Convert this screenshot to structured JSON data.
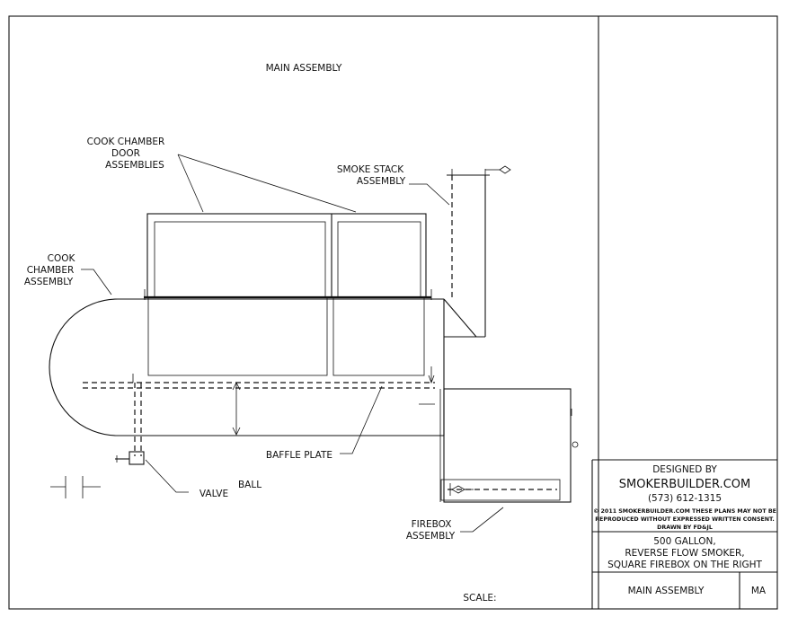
{
  "drawing": {
    "title": "MAIN ASSEMBLY",
    "scale_label": "SCALE:",
    "callouts": {
      "door_line1": "COOK CHAMBER",
      "door_line2": "DOOR",
      "door_line3": "ASSEMBLIES",
      "stack_line1": "SMOKE STACK",
      "stack_line2": "ASSEMBLY",
      "chamber_line1": "COOK",
      "chamber_line2": "CHAMBER",
      "chamber_line3": "ASSEMBLY",
      "baffle": "BAFFLE PLATE",
      "ball": "BALL",
      "valve": "VALVE",
      "firebox_line1": "FIREBOX",
      "firebox_line2": "ASSEMBLY"
    }
  },
  "title_block": {
    "designed_by": "DESIGNED BY",
    "site": "SMOKERBUILDER.COM",
    "phone": "(573) 612-1315",
    "copyright_line1": "© 2011 SMOKERBUILDER.COM THESE PLANS MAY NOT BE",
    "copyright_line2": "REPRODUCED WITHOUT EXPRESSED WRITTEN CONSENT.",
    "drawn_by": "DRAWN BY FD&JL",
    "desc_line1": "500 GALLON,",
    "desc_line2": "REVERSE FLOW SMOKER,",
    "desc_line3": "SQUARE FIREBOX ON THE RIGHT",
    "sheet_name": "MAIN ASSEMBLY",
    "sheet_code": "MA"
  }
}
